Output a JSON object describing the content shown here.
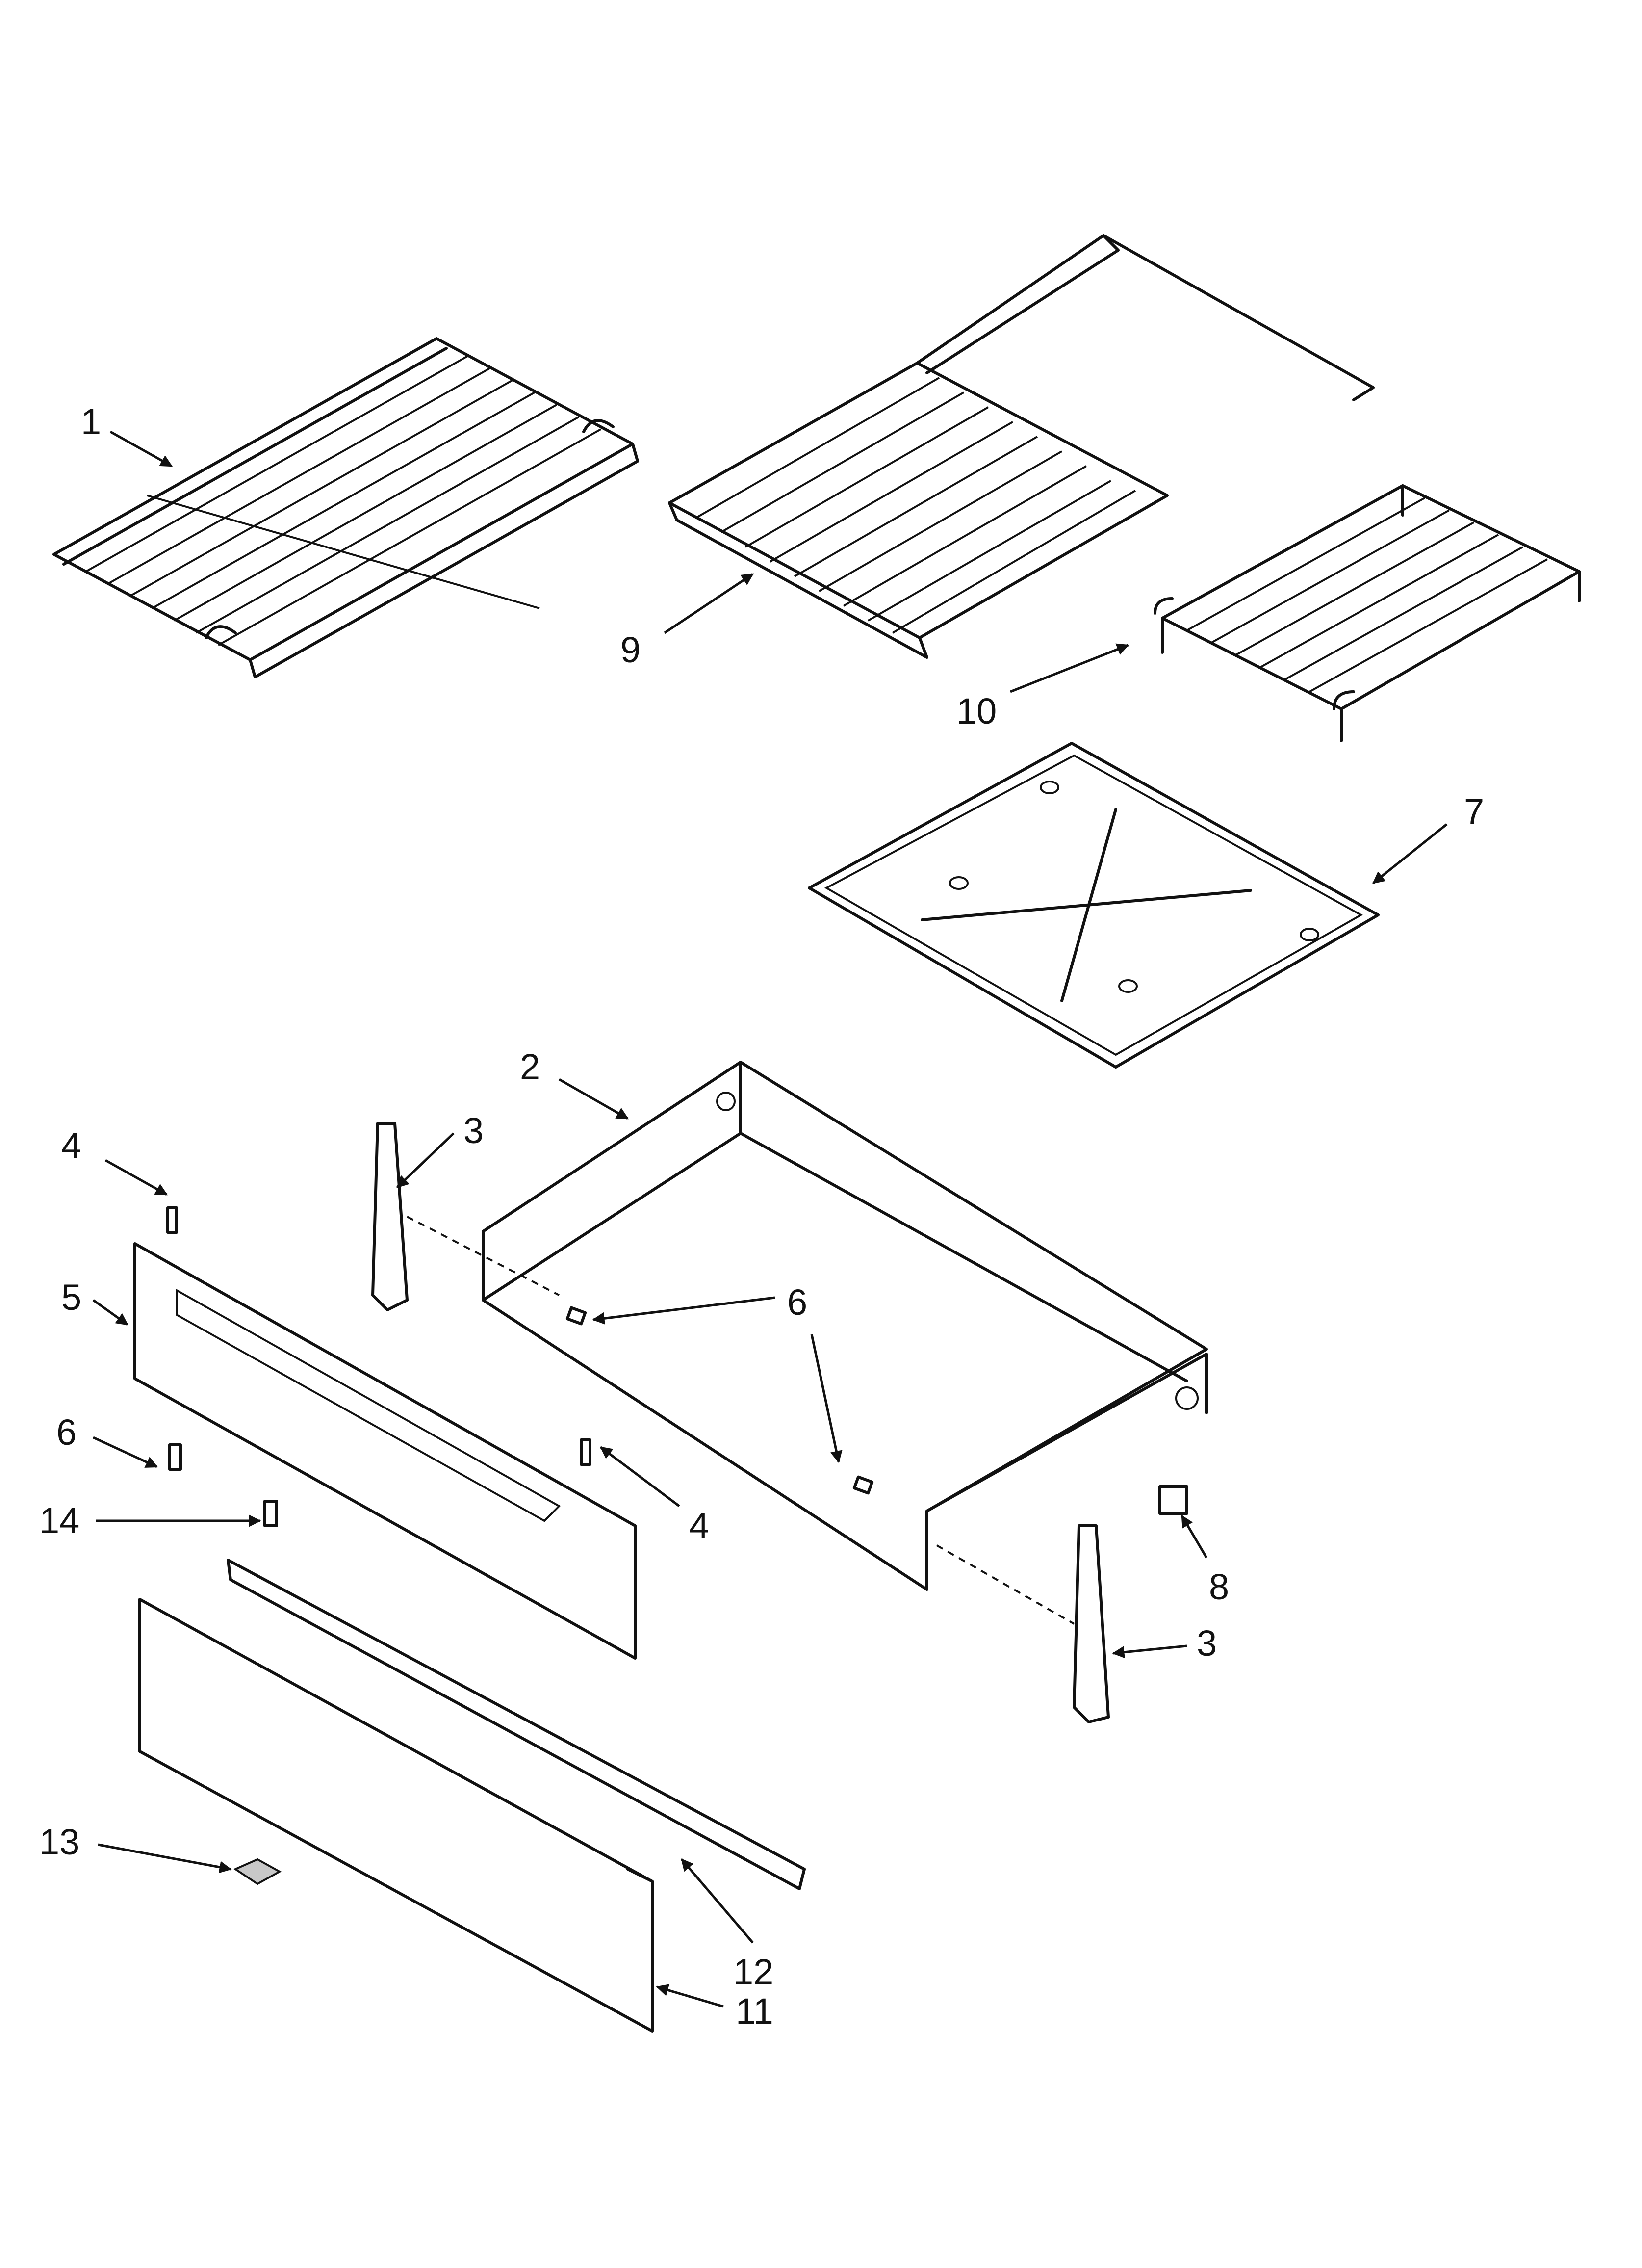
{
  "callouts": {
    "c1": "1",
    "c2": "2",
    "c3a": "3",
    "c3b": "3",
    "c4a": "4",
    "c4b": "4",
    "c5": "5",
    "c6a": "6",
    "c6b": "6",
    "c7": "7",
    "c8": "8",
    "c9": "9",
    "c10": "10",
    "c11": "11",
    "c12": "12",
    "c13": "13",
    "c14": "14"
  },
  "colors": {
    "line": "#111111",
    "background": "#ffffff",
    "clip": "#c8c8c8"
  }
}
